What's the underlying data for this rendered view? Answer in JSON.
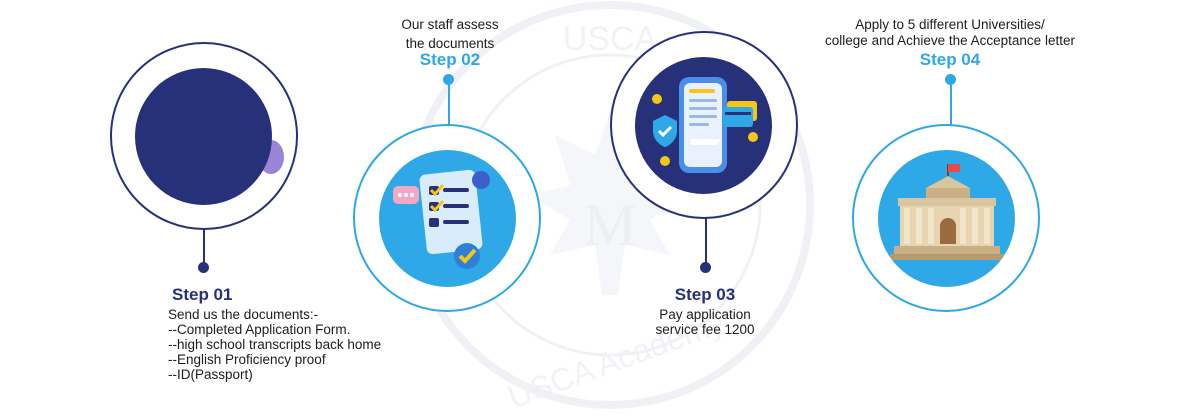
{
  "watermark": {
    "top_text": "USCA",
    "bottom_text": "USCA Academy",
    "monogram": "M"
  },
  "colors": {
    "navy": "#27317a",
    "blue": "#2ea8e6",
    "light_blue": "#e3eefb"
  },
  "steps": [
    {
      "label": "Step 01",
      "description_lines": [
        "Send us the documents:-",
        "--Completed Application Form.",
        "--high school transcripts back home",
        "--English Proficiency proof",
        "--ID(Passport)"
      ],
      "icon": "blank-navy-circle"
    },
    {
      "label": "Step 02",
      "description_lines": [
        "Our staff assess",
        "the documents"
      ],
      "icon": "checklist-document-icon"
    },
    {
      "label": "Step 03",
      "description_lines": [
        "Pay application",
        "service fee 1200"
      ],
      "icon": "phone-payment-icon"
    },
    {
      "label": "Step 04",
      "description_lines": [
        "Apply to 5 different Universities/",
        "college and Achieve the Acceptance letter"
      ],
      "icon": "university-building-icon"
    }
  ]
}
